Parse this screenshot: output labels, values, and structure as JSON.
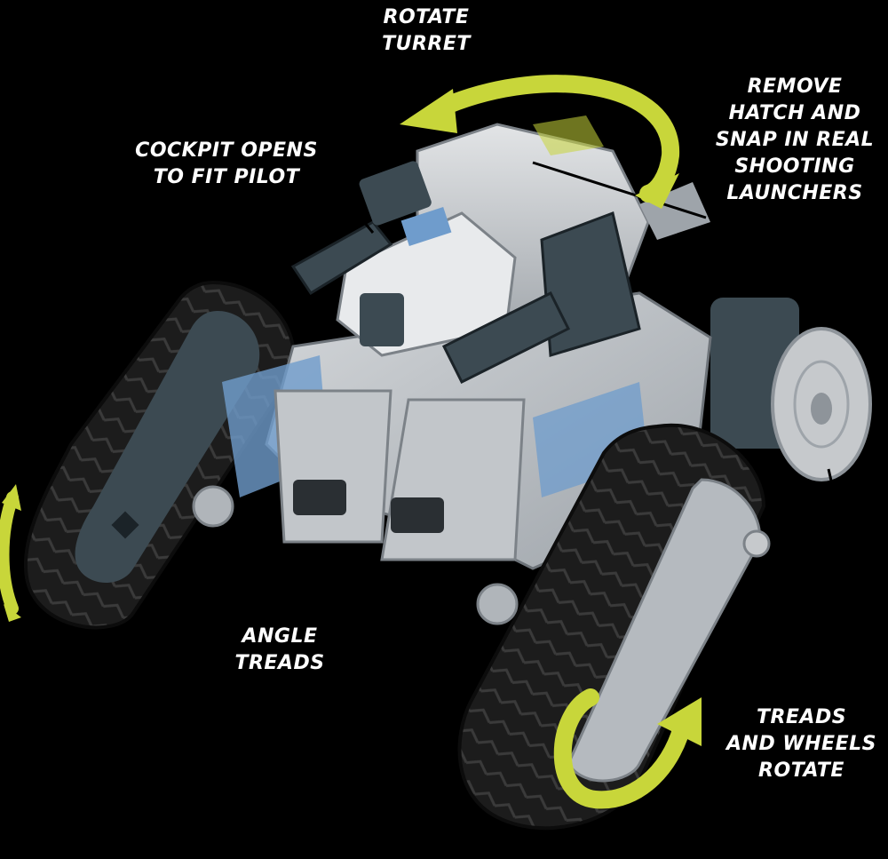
{
  "colors": {
    "background": "#000000",
    "callout_text": "#ffffff",
    "arrow_accent": "#c8d63a",
    "body_light_gray": "#b8bcc0",
    "body_mid_gray": "#8e949a",
    "slate": "#3c4a52",
    "tread_black": "#1c1c1c",
    "accent_blue": "#6f9ccc"
  },
  "callouts": {
    "rotate_turret": {
      "lines": [
        "ROTATE",
        "TURRET"
      ]
    },
    "cockpit": {
      "lines": [
        "COCKPIT OPENS",
        "TO FIT PILOT"
      ]
    },
    "hatch": {
      "lines": [
        "REMOVE",
        "HATCH AND",
        "SNAP IN REAL",
        "SHOOTING",
        "LAUNCHERS"
      ]
    },
    "angle_treads": {
      "lines": [
        "ANGLE",
        "TREADS"
      ]
    },
    "treads_wheels": {
      "lines": [
        "TREADS",
        "AND WHEELS",
        "ROTATE"
      ]
    }
  },
  "icons": {
    "turret_arrow": "curved-rotate-arrow-icon",
    "tread_arrow": "curved-rotate-arrow-icon",
    "angle_arrow": "curved-angle-arrow-icon"
  }
}
